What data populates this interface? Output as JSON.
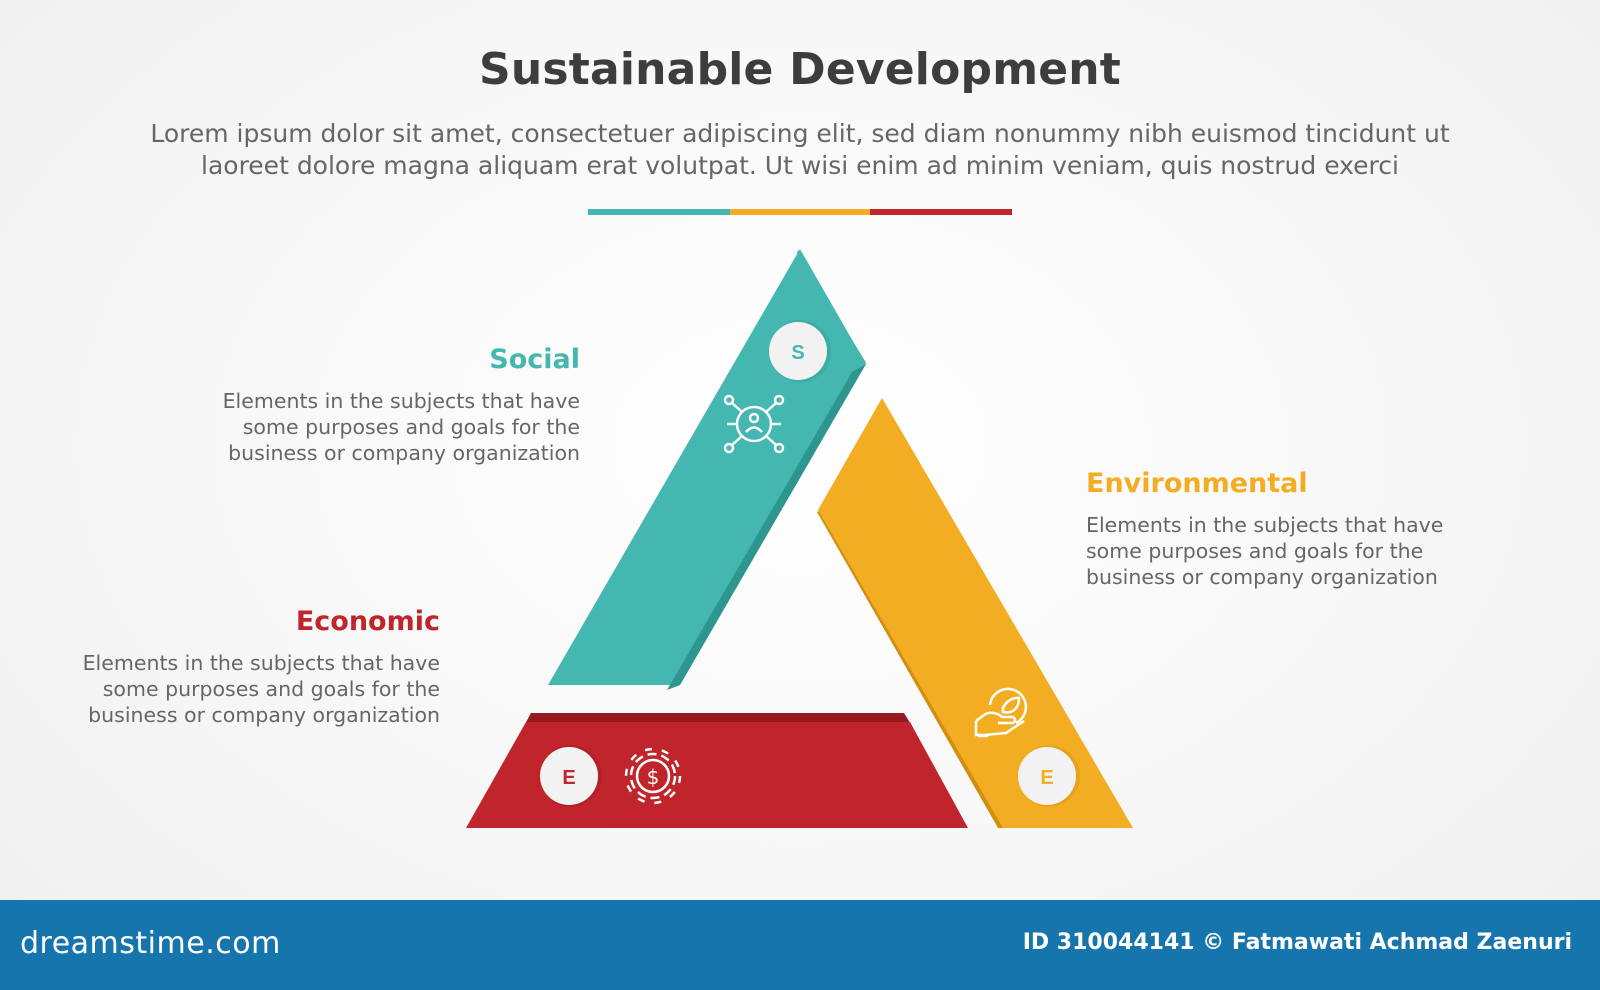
{
  "header": {
    "title": "Sustainable Development",
    "subtitle_line1": "Lorem ipsum dolor sit amet, consectetuer adipiscing elit, sed diam nonummy nibh euismod tincidunt ut",
    "subtitle_line2": "laoreet dolore magna aliquam erat volutpat. Ut wisi enim ad minim veniam, quis nostrud exerci"
  },
  "colors": {
    "teal": "#44b8b0",
    "teal_dark": "#2f968f",
    "yellow": "#f3ad23",
    "yellow_dark": "#d08f12",
    "red": "#c0252b",
    "red_dark": "#961a1f",
    "text_gray": "#666666",
    "footer_blue": "#1675ad"
  },
  "pillars": [
    {
      "title": "Social",
      "badge": "S",
      "icon": "network-user-icon",
      "description_lines": [
        "Elements in the subjects that have",
        "some purposes and goals for the",
        "business or company organization"
      ]
    },
    {
      "title": "Environmental",
      "badge": "E",
      "icon": "hand-leaf-icon",
      "description_lines": [
        "Elements in the subjects that have",
        "some purposes and goals for the",
        "business or company organization"
      ]
    },
    {
      "title": "Economic",
      "badge": "E",
      "icon": "gear-dollar-icon",
      "description_lines": [
        "Elements in the subjects that have",
        "some purposes and goals for the",
        "business or company organization"
      ]
    }
  ],
  "footer": {
    "brand": "dreamstime.com",
    "credit": "ID 310044141 © Fatmawati  Achmad Zaenuri"
  }
}
